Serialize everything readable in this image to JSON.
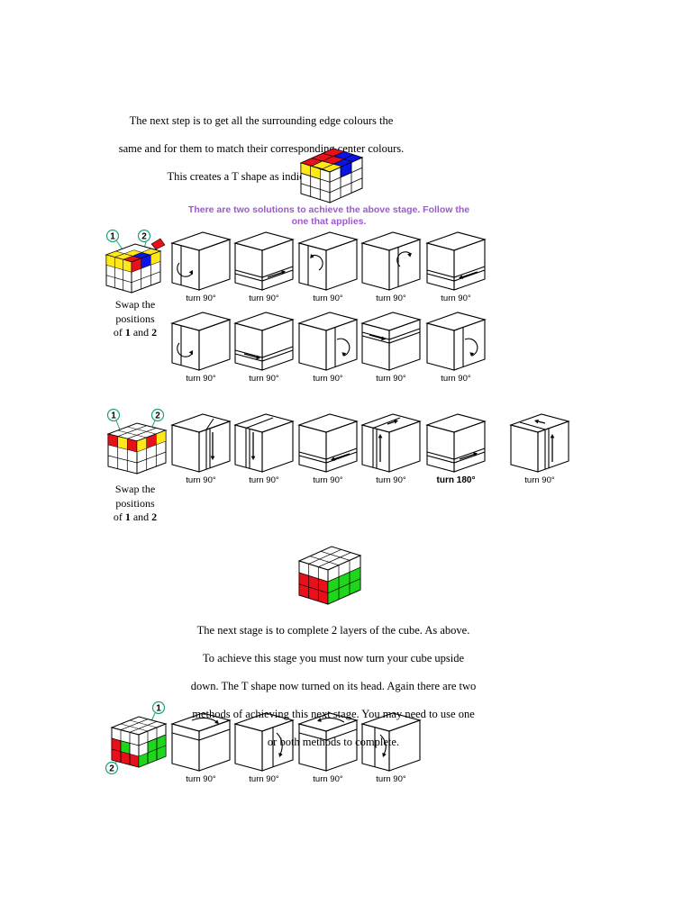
{
  "intro": {
    "line1": "The next step is to get all the surrounding edge colours the",
    "line2": "same and for them to match their corresponding center colours.",
    "line3": "This creates a T shape as indicated below."
  },
  "solutions_note": {
    "line1": "There are two solutions to achieve the above stage. Follow the",
    "line2": "one that applies."
  },
  "swap": {
    "line1": "Swap the",
    "line2": "positions",
    "line3_pre": "of ",
    "pos1": "1",
    "mid": " and ",
    "pos2": "2"
  },
  "markers": {
    "one": "1",
    "two": "2"
  },
  "turn": {
    "t90": "turn 90",
    "t180": "turn 180",
    "degree": "°"
  },
  "rows": {
    "row1": [
      "turn 90°",
      "turn 90°",
      "turn 90°",
      "turn 90°",
      "turn 90°"
    ],
    "row2": [
      "turn 90°",
      "turn 90°",
      "turn 90°",
      "turn 90°",
      "turn 90°"
    ],
    "row3": [
      "turn 90°",
      "turn 90°",
      "turn 90°",
      "turn 90°",
      "turn 180°",
      "turn 90°"
    ],
    "row4": [
      "turn 90°",
      "turn 90°",
      "turn 90°",
      "turn 90°"
    ]
  },
  "second_stage": {
    "line1": "The next stage is to complete 2 layers of the cube. As above.",
    "line2": "To achieve this stage you must now turn your cube upside",
    "line3": "down. The T shape now turned on its head. Again there are two",
    "line4": "methods of achieving this next stage. You may need to use one",
    "line5": "or both methods to complete."
  },
  "colors": {
    "red": "#e8101a",
    "yellow": "#ffe81a",
    "blue": "#0a14e6",
    "green": "#1fd71a",
    "purple_text": "#9b59d0",
    "marker": "#13a37c"
  }
}
